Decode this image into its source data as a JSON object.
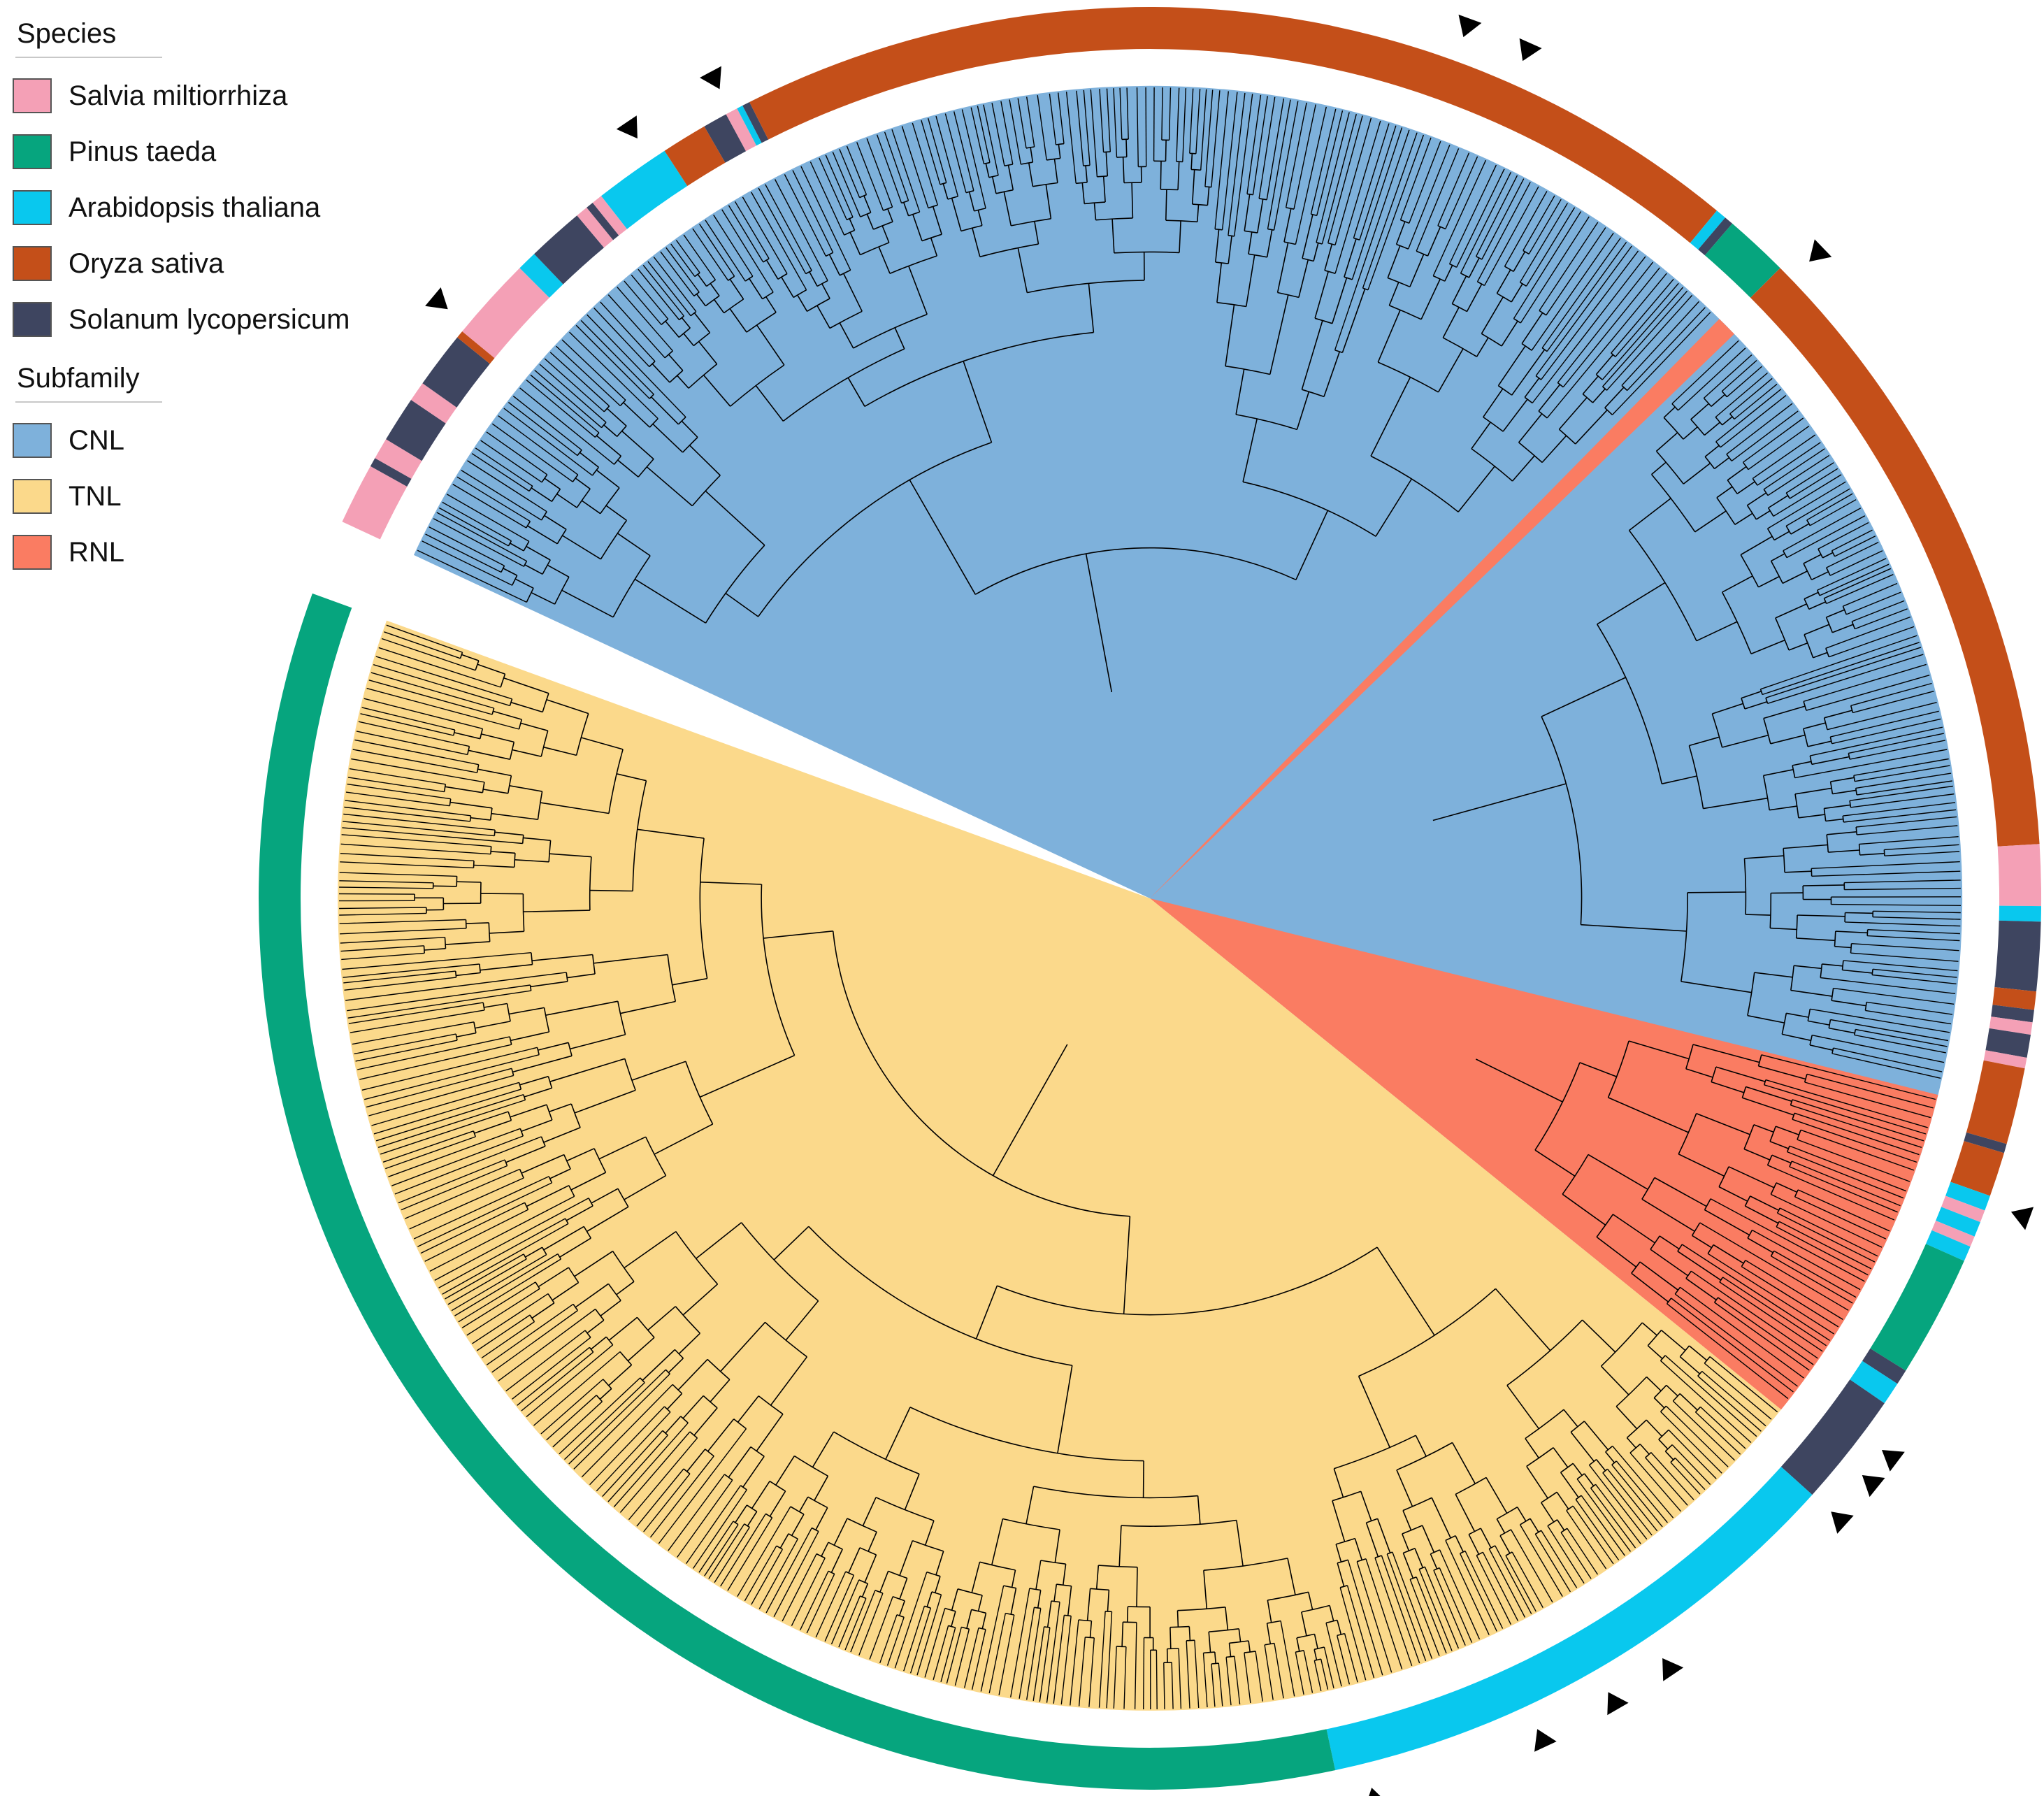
{
  "legend": {
    "species_title": "Species",
    "species": [
      {
        "label": "Salvia miltiorrhiza",
        "color": "#F4A0B6"
      },
      {
        "label": "Pinus taeda",
        "color": "#06A57E"
      },
      {
        "label": "Arabidopsis thaliana",
        "color": "#09C8EE"
      },
      {
        "label": "Oryza sativa",
        "color": "#C44F19"
      },
      {
        "label": "Solanum lycopersicum",
        "color": "#3E4560"
      }
    ],
    "subfamily_title": "Subfamily",
    "subfamilies": [
      {
        "label": "CNL",
        "color": "#7EB1DB"
      },
      {
        "label": "TNL",
        "color": "#FBD98B"
      },
      {
        "label": "RNL",
        "color": "#FA7C62"
      }
    ]
  },
  "tree": {
    "layout": "circular",
    "subfamily_clades": [
      {
        "subfamily": "CNL",
        "start_deg": 205,
        "end_deg": 393
      },
      {
        "subfamily": "RNL",
        "start_deg": 314.5,
        "end_deg": 316
      },
      {
        "subfamily": "RNL",
        "start_deg": 14,
        "end_deg": 39
      },
      {
        "subfamily": "TNL",
        "start_deg": 39,
        "end_deg": 200
      }
    ],
    "species_ring": [
      {
        "species": "Salvia miltiorrhiza",
        "start_deg": 205,
        "end_deg": 209
      },
      {
        "species": "Solanum lycopersicum",
        "start_deg": 209,
        "end_deg": 209.6
      },
      {
        "species": "Salvia miltiorrhiza",
        "start_deg": 209.6,
        "end_deg": 211
      },
      {
        "species": "Solanum lycopersicum",
        "start_deg": 211,
        "end_deg": 214
      },
      {
        "species": "Salvia miltiorrhiza",
        "start_deg": 214,
        "end_deg": 215.3
      },
      {
        "species": "Solanum lycopersicum",
        "start_deg": 215.3,
        "end_deg": 219
      },
      {
        "species": "Oryza sativa",
        "start_deg": 219,
        "end_deg": 219.5
      },
      {
        "species": "Salvia miltiorrhiza",
        "start_deg": 219.5,
        "end_deg": 225
      },
      {
        "species": "Arabidopsis thaliana",
        "start_deg": 225,
        "end_deg": 226.3
      },
      {
        "species": "Solanum lycopersicum",
        "start_deg": 226.3,
        "end_deg": 230
      },
      {
        "species": "Salvia miltiorrhiza",
        "start_deg": 230,
        "end_deg": 230.8
      },
      {
        "species": "Solanum lycopersicum",
        "start_deg": 230.8,
        "end_deg": 231.3
      },
      {
        "species": "Salvia miltiorrhiza",
        "start_deg": 231.3,
        "end_deg": 232
      },
      {
        "species": "Arabidopsis thaliana",
        "start_deg": 232,
        "end_deg": 237
      },
      {
        "species": "Oryza sativa",
        "start_deg": 237,
        "end_deg": 240
      },
      {
        "species": "Solanum lycopersicum",
        "start_deg": 240,
        "end_deg": 241.6
      },
      {
        "species": "Salvia miltiorrhiza",
        "start_deg": 241.6,
        "end_deg": 242.4
      },
      {
        "species": "Arabidopsis thaliana",
        "start_deg": 242.4,
        "end_deg": 242.8
      },
      {
        "species": "Solanum lycopersicum",
        "start_deg": 242.8,
        "end_deg": 243.3
      },
      {
        "species": "Oryza sativa",
        "start_deg": 243.3,
        "end_deg": 309.5
      },
      {
        "species": "Arabidopsis thaliana",
        "start_deg": 309.5,
        "end_deg": 310.2
      },
      {
        "species": "Solanum lycopersicum",
        "start_deg": 310.2,
        "end_deg": 310.8
      },
      {
        "species": "Pinus taeda",
        "start_deg": 310.8,
        "end_deg": 315
      },
      {
        "species": "Oryza sativa",
        "start_deg": 315,
        "end_deg": 356.5
      },
      {
        "species": "Salvia miltiorrhiza",
        "start_deg": 356.5,
        "end_deg": 360.5
      },
      {
        "species": "Arabidopsis thaliana",
        "start_deg": 360.5,
        "end_deg": 361.5
      },
      {
        "species": "Solanum lycopersicum",
        "start_deg": 361.5,
        "end_deg": 366
      },
      {
        "species": "Oryza sativa",
        "start_deg": 366,
        "end_deg": 367.2
      },
      {
        "species": "Solanum lycopersicum",
        "start_deg": 367.2,
        "end_deg": 368
      },
      {
        "species": "Salvia miltiorrhiza",
        "start_deg": 368,
        "end_deg": 368.8
      },
      {
        "species": "Solanum lycopersicum",
        "start_deg": 368.8,
        "end_deg": 370.3
      },
      {
        "species": "Salvia miltiorrhiza",
        "start_deg": 370.3,
        "end_deg": 371
      },
      {
        "species": "Oryza sativa",
        "start_deg": 371,
        "end_deg": 376
      },
      {
        "species": "Solanum lycopersicum",
        "start_deg": 376,
        "end_deg": 376.6
      },
      {
        "species": "Oryza sativa",
        "start_deg": 376.6,
        "end_deg": 379.5
      },
      {
        "species": "Arabidopsis thaliana",
        "start_deg": 379.5,
        "end_deg": 380.5
      },
      {
        "species": "Salvia miltiorrhiza",
        "start_deg": 380.5,
        "end_deg": 381.3
      },
      {
        "species": "Arabidopsis thaliana",
        "start_deg": 381.3,
        "end_deg": 382.3
      },
      {
        "species": "Salvia miltiorrhiza",
        "start_deg": 382.3,
        "end_deg": 383
      },
      {
        "species": "Arabidopsis thaliana",
        "start_deg": 383,
        "end_deg": 384
      },
      {
        "species": "Pinus taeda",
        "start_deg": 384,
        "end_deg": 392
      },
      {
        "species": "Solanum lycopersicum",
        "start_deg": 392,
        "end_deg": 393
      },
      {
        "species": "Arabidopsis thaliana",
        "start_deg": 393,
        "end_deg": 394.5
      },
      {
        "species": "Solanum lycopersicum",
        "start_deg": 394.5,
        "end_deg": 402
      },
      {
        "species": "Arabidopsis thaliana",
        "start_deg": 402,
        "end_deg": 438
      },
      {
        "species": "Pinus taeda",
        "start_deg": 438,
        "end_deg": 560
      }
    ],
    "marker_angles_deg": [
      220,
      236,
      242,
      290,
      294,
      316,
      380,
      397,
      399,
      402,
      416,
      420,
      425,
      436
    ]
  }
}
